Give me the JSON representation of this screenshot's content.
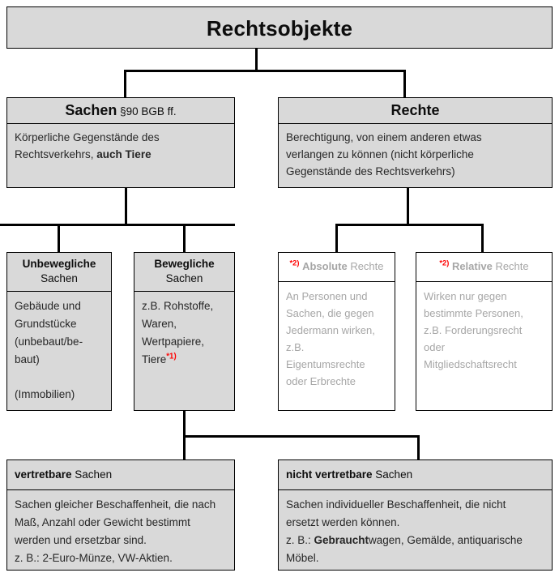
{
  "diagram": {
    "title": "Rechtsobjekte",
    "nodes": {
      "root": {
        "head": "Rechtsobjekte"
      },
      "sachen": {
        "head_bold": "Sachen",
        "head_rest": " §90 BGB ff.",
        "body_1": "Körperliche Gegenstände des",
        "body_2a": "Rechtsverkehrs, ",
        "body_2b": "auch Tiere"
      },
      "rechte": {
        "head": "Rechte",
        "body_1": "Berechtigung, von einem anderen etwas",
        "body_2": "verlangen zu können (nicht körperliche",
        "body_3": "Gegenstände des Rechtsverkehrs)"
      },
      "unbeweglich": {
        "head_bold": "Unbewegliche",
        "head_rest": "Sachen",
        "body_1": "Gebäude und",
        "body_2": "Grundstücke",
        "body_3": "(unbebaut/be-",
        "body_4": "baut)",
        "body_5": "(Immobilien)"
      },
      "beweglich": {
        "head_bold": "Bewegliche",
        "head_rest": "Sachen",
        "body_1": "z.B. Rohstoffe,",
        "body_2": "Waren,",
        "body_3": "Wertpapiere,",
        "body_4": "Tiere",
        "body_4_marker": "*1)"
      },
      "absolute": {
        "head_marker": "*2)",
        "head_bold": "Absolute",
        "head_rest": "Rechte",
        "body_1": "An Personen und",
        "body_2": "Sachen, die gegen",
        "body_3": "Jedermann wirken,",
        "body_4": "z.B.",
        "body_5": "Eigentumsrechte",
        "body_6": "oder Erbrechte"
      },
      "relative": {
        "head_marker": "*2)",
        "head_bold": "Relative",
        "head_rest": "Rechte",
        "body_1": "Wirken nur gegen",
        "body_2": "bestimmte Personen,",
        "body_3": "z.B. Forderungsrecht",
        "body_4": "oder",
        "body_5": "Mitgliedschaftsrecht"
      },
      "vertretbar": {
        "head_bold": "vertretbare",
        "head_rest": " Sachen",
        "body_1": "Sachen gleicher Beschaffenheit, die nach",
        "body_2": "Maß, Anzahl oder Gewicht bestimmt",
        "body_3": "werden und ersetzbar sind.",
        "body_4": "z. B.: 2-Euro-Münze, VW-Aktien."
      },
      "nichtvertretbar": {
        "head_bold": "nicht vertretbare",
        "head_rest": " Sachen",
        "body_1": "Sachen individueller Beschaffenheit, die nicht",
        "body_2": "ersetzt werden können.",
        "body_3a": "z. B.: ",
        "body_3b": "Gebraucht",
        "body_3c": "wagen, Gemälde, antiquarische",
        "body_4": "Möbel."
      }
    },
    "colors": {
      "box_fill": "#d9d9d9",
      "box_fill_alt": "#ffffff",
      "border": "#000000",
      "text": "#262626",
      "muted_text": "#a6a6a6",
      "marker_red": "#ff0000"
    }
  }
}
